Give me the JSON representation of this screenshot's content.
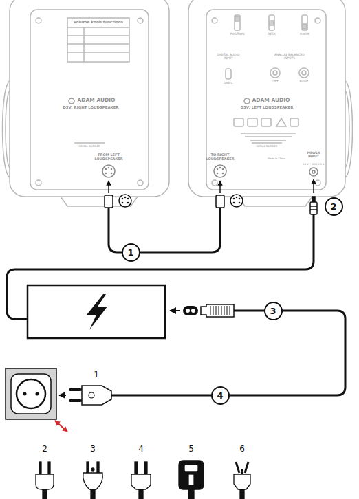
{
  "diagram": {
    "nodes": [
      {
        "text": [
          "1"
        ]
      },
      {
        "text": [
          "2"
        ]
      },
      {
        "text": [
          "3"
        ]
      },
      {
        "text": [
          "4"
        ]
      }
    ],
    "labels": [
      "Volume knob functions",
      "ADAM AUDIO",
      "D3V: RIGHT LOUDSPEAKER",
      "SERIAL NUMBER",
      "FROM LEFT LOUDSPEAKER",
      "POSITION",
      "DESK",
      "ROOM",
      "DIGITAL AUDIO INPUT",
      "USB-C",
      "ANALOG BALANCED INPUTS",
      "LEFT",
      "RIGHT",
      "ADAM AUDIO",
      "D3V: LEFT LOUDSPEAKER",
      "SERIAL NUMBER",
      "TO RIGHT LOUDSPEAKER",
      "POWER INPUT",
      "24 V ⎓ 60W 2.5 A",
      "Made in China",
      "1",
      "2",
      "3",
      "4",
      "5",
      "6"
    ]
  }
}
